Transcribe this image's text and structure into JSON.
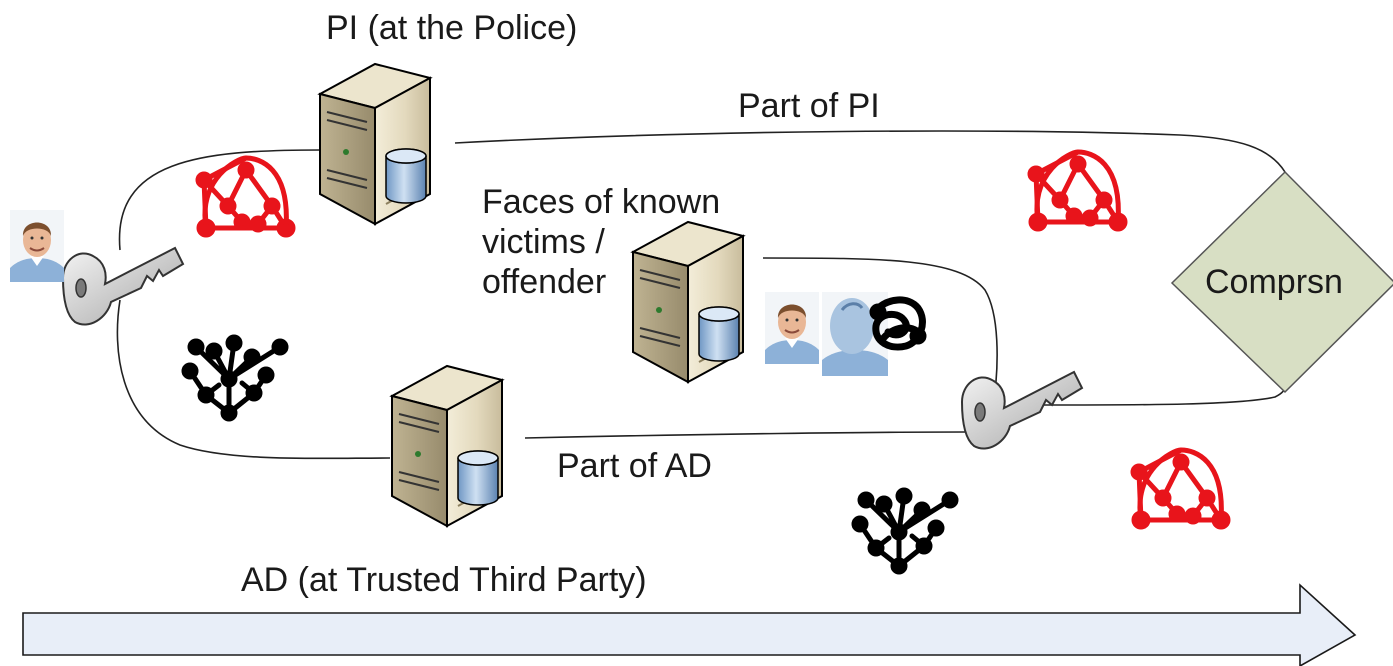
{
  "labels": {
    "pi_server": "PI (at the Police)",
    "part_pi": "Part of PI",
    "faces_db": "Faces of known\nvictims /\noffender",
    "part_ad": "Part of AD",
    "ad_server": "AD (at Trusted Third Party)",
    "comparison": "Comprsn"
  },
  "icons": {
    "person_photo": "person-photo-icon",
    "key": "key-icon",
    "server": "server-icon",
    "red_share_graph": "red-graph-share-icon",
    "black_share_graph": "black-graph-share-icon",
    "time_arrow": "timeline-arrow-icon"
  },
  "colors": {
    "red_share": "#e8141b",
    "black_share": "#000000",
    "diamond_fill": "#d8dfc4",
    "arrow_fill": "#e8eef8",
    "line": "#222222"
  }
}
